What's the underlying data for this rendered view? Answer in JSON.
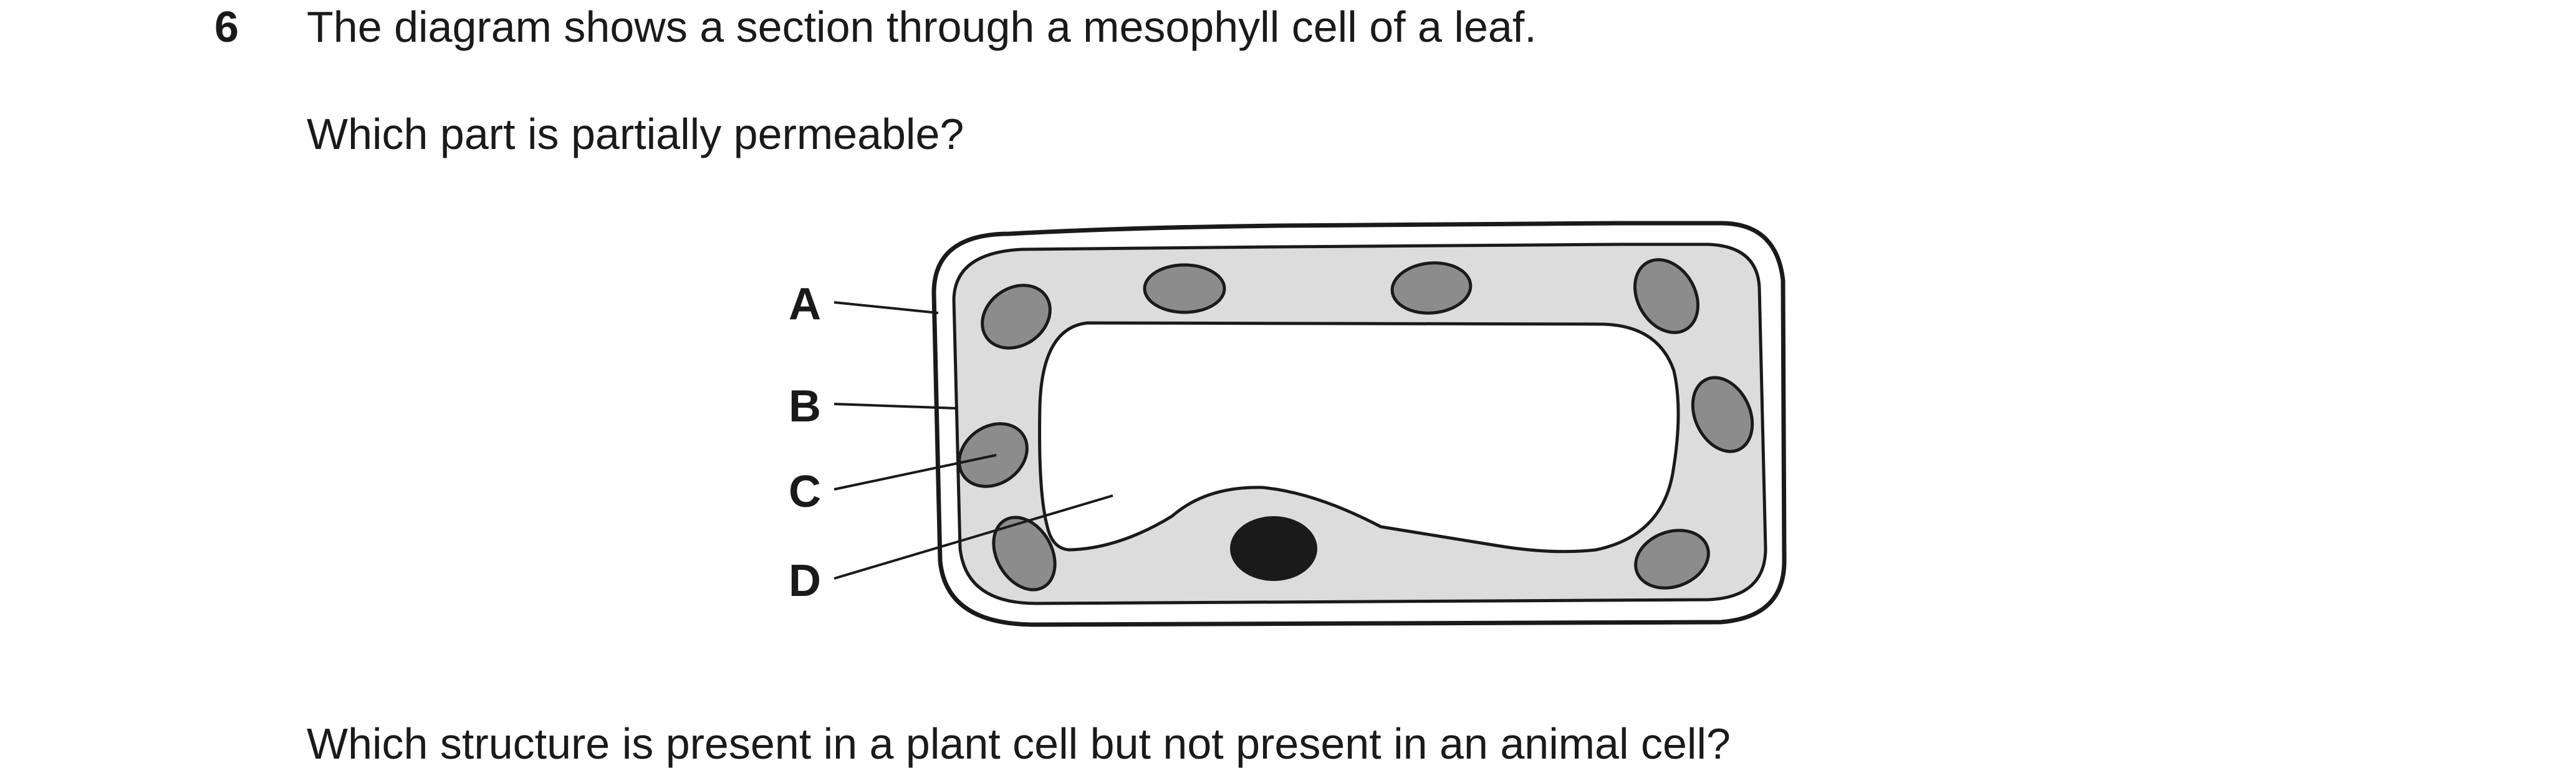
{
  "question": {
    "number": "6",
    "stem": "The diagram shows a section through a mesophyll cell of a leaf.",
    "prompt": "Which part is partially permeable?"
  },
  "diagram": {
    "labels": [
      "A",
      "B",
      "C",
      "D"
    ]
  },
  "next_question_fragment": "Which structure is present in a plant cell but not present in an animal cell?"
}
